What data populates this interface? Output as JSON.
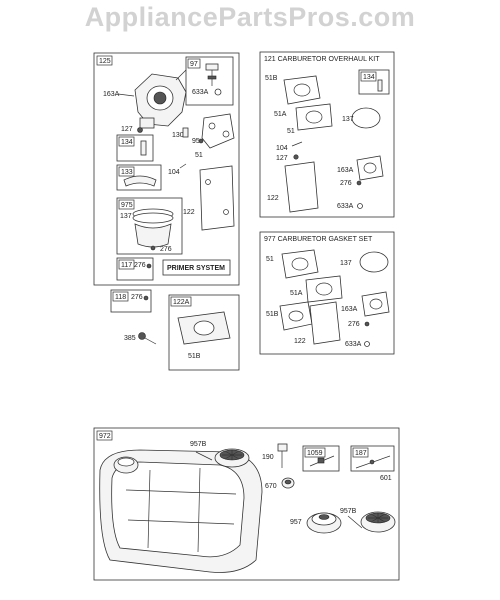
{
  "watermark": "AppliancePartsPros.com",
  "sections": {
    "main": {
      "id": "125",
      "labels": {
        "l97": "97",
        "l633a": "633A",
        "l163a": "163A",
        "l127": "127",
        "l130": "130",
        "l95": "95",
        "l51": "51",
        "l134": "134",
        "l133": "133",
        "l104": "104",
        "l975": "975",
        "l137": "137",
        "l122": "122",
        "l276": "276",
        "l117": "117",
        "l276b": "276",
        "primer": "PRIMER SYSTEM"
      }
    },
    "overhaul": {
      "title": "121 CARBURETOR OVERHAUL KIT",
      "labels": {
        "l51b": "51B",
        "l134": "134",
        "l51a": "51A",
        "l51": "51",
        "l137": "137",
        "l104": "104",
        "l127": "127",
        "l163a": "163A",
        "l276": "276",
        "l122": "122",
        "l633a": "633A"
      }
    },
    "gasket": {
      "title": "977 CARBURETOR GASKET SET",
      "labels": {
        "l51": "51",
        "l137": "137",
        "l51a": "51A",
        "l51b": "51B",
        "l163a": "163A",
        "l276": "276",
        "l122": "122",
        "l633a": "633A"
      }
    },
    "lower_left": {
      "l118": "118",
      "l276": "276",
      "l122a": "122A",
      "l51b": "51B",
      "l385": "385"
    },
    "bottom": {
      "id": "972",
      "labels": {
        "l957b": "957B",
        "l190": "190",
        "l1059": "1059",
        "l187": "187",
        "l601": "601",
        "l670": "670",
        "l957": "957",
        "l957b2": "957B"
      }
    }
  }
}
